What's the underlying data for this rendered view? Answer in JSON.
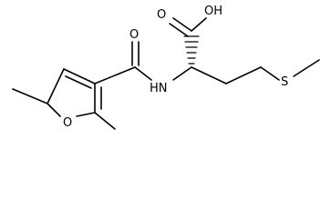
{
  "molecule": {
    "atoms": {
      "oh": "OH",
      "carbonyl_o_acid": "O",
      "carbonyl_o_amide": "O",
      "nh": "HN",
      "s": "S",
      "furan_o": "O"
    }
  },
  "colors": {
    "bond": "#000000",
    "background": "#ffffff"
  }
}
